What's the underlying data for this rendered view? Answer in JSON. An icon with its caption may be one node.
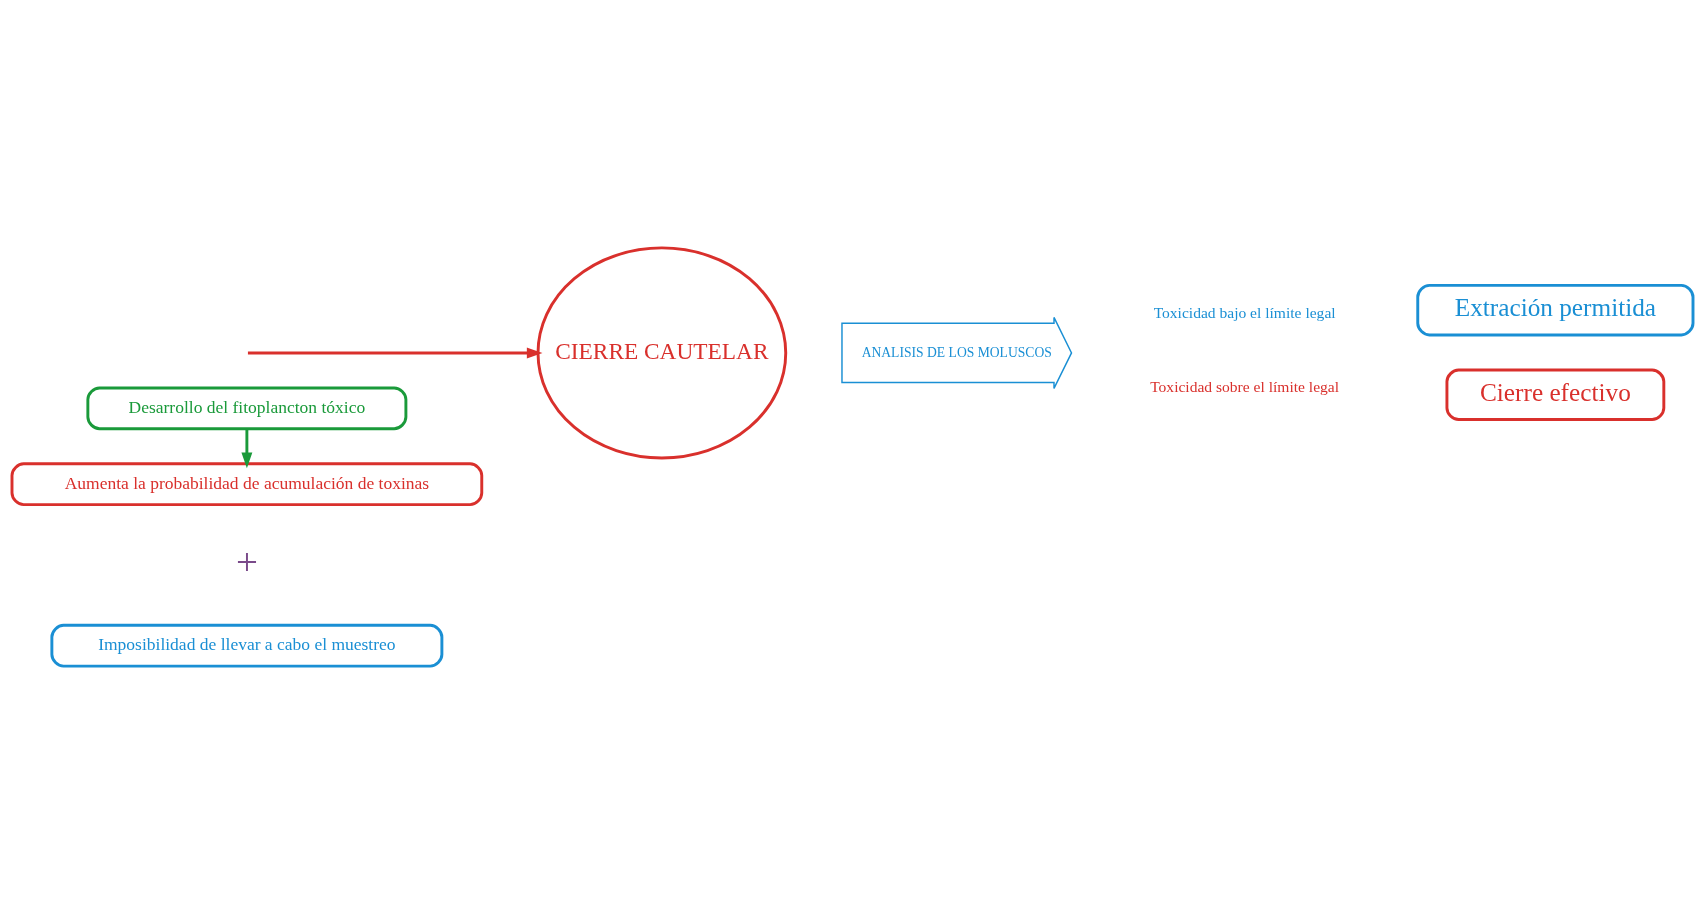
{
  "diagram": {
    "nodes": [
      {
        "text": [
          "Desarrollo del fitoplancton tóxico"
        ]
      },
      {
        "text": [
          "Aumenta la probabilidad de acumulación de toxinas"
        ]
      },
      {
        "text": [
          "Imposibilidad de llevar a cabo el muestreo"
        ]
      },
      {
        "text": [
          "CIERRE CAUTELAR"
        ]
      },
      {
        "text": [
          "ANALISIS DE LOS MOLUSCOS"
        ]
      },
      {
        "text": [
          "Extración permitida"
        ]
      },
      {
        "text": [
          "Cierre efectivo"
        ]
      }
    ],
    "edges": [
      {
        "from": 0,
        "to": 1,
        "arrow": "to",
        "color": "#1a9a3a"
      },
      {
        "from": null,
        "to": 3,
        "arrow": "to",
        "color": "#d9302c"
      }
    ],
    "labels": [
      "+",
      "Toxicidad bajo el límite legal",
      "Toxicidad sobre el límite legal"
    ]
  }
}
